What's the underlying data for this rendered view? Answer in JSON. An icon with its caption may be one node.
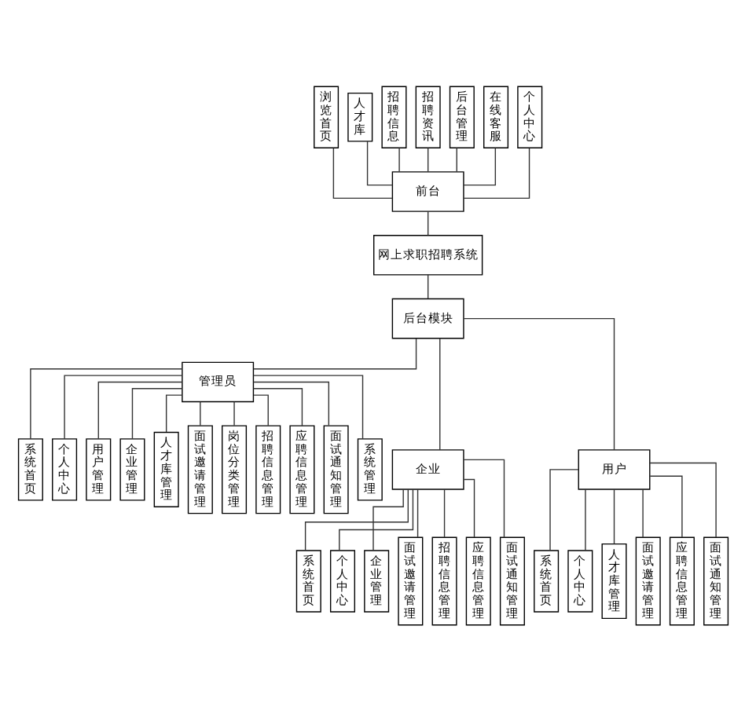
{
  "diagram": {
    "nodes": [
      {
        "text": [
          "浏览首页"
        ]
      },
      {
        "text": [
          "人才库"
        ]
      },
      {
        "text": [
          "招聘信息"
        ]
      },
      {
        "text": [
          "招聘资讯"
        ]
      },
      {
        "text": [
          "后台管理"
        ]
      },
      {
        "text": [
          "在线客服"
        ]
      },
      {
        "text": [
          "个人中心"
        ]
      },
      {
        "text": [
          "前台"
        ]
      },
      {
        "text": [
          "网上求职招聘系统"
        ]
      },
      {
        "text": [
          "后台模块"
        ]
      },
      {
        "text": [
          "管理员"
        ]
      },
      {
        "text": [
          "系统首页"
        ]
      },
      {
        "text": [
          "个人中心"
        ]
      },
      {
        "text": [
          "用户管理"
        ]
      },
      {
        "text": [
          "企业管理"
        ]
      },
      {
        "text": [
          "人才库管理"
        ]
      },
      {
        "text": [
          "面试邀请管理"
        ]
      },
      {
        "text": [
          "岗位分类管理"
        ]
      },
      {
        "text": [
          "招聘信息管理"
        ]
      },
      {
        "text": [
          "应聘信息管理"
        ]
      },
      {
        "text": [
          "面试通知管理"
        ]
      },
      {
        "text": [
          "系统管理"
        ]
      },
      {
        "text": [
          "企业"
        ]
      },
      {
        "text": [
          "系统首页"
        ]
      },
      {
        "text": [
          "个人中心"
        ]
      },
      {
        "text": [
          "企业管理"
        ]
      },
      {
        "text": [
          "面试邀请管理"
        ]
      },
      {
        "text": [
          "招聘信息管理"
        ]
      },
      {
        "text": [
          "应聘信息管理"
        ]
      },
      {
        "text": [
          "面试通知管理"
        ]
      },
      {
        "text": [
          "用户"
        ]
      },
      {
        "text": [
          "系统首页"
        ]
      },
      {
        "text": [
          "个人中心"
        ]
      },
      {
        "text": [
          "人才库管理"
        ]
      },
      {
        "text": [
          "面试邀请管理"
        ]
      },
      {
        "text": [
          "应聘信息管理"
        ]
      },
      {
        "text": [
          "面试通知管理"
        ]
      }
    ],
    "edges": [
      {
        "from": 0,
        "to": 7,
        "arrow": "none"
      },
      {
        "from": 1,
        "to": 7,
        "arrow": "none"
      },
      {
        "from": 2,
        "to": 7,
        "arrow": "none"
      },
      {
        "from": 3,
        "to": 7,
        "arrow": "none"
      },
      {
        "from": 4,
        "to": 7,
        "arrow": "none"
      },
      {
        "from": 5,
        "to": 7,
        "arrow": "none"
      },
      {
        "from": 6,
        "to": 7,
        "arrow": "none"
      },
      {
        "from": 7,
        "to": 8,
        "arrow": "none"
      },
      {
        "from": 8,
        "to": 9,
        "arrow": "none"
      },
      {
        "from": 9,
        "to": 22,
        "arrow": "none"
      },
      {
        "from": 9,
        "to": 10,
        "arrow": "none"
      },
      {
        "from": 9,
        "to": 30,
        "arrow": "none"
      },
      {
        "from": 10,
        "to": 11,
        "arrow": "none"
      },
      {
        "from": 10,
        "to": 12,
        "arrow": "none"
      },
      {
        "from": 10,
        "to": 13,
        "arrow": "none"
      },
      {
        "from": 10,
        "to": 14,
        "arrow": "none"
      },
      {
        "from": 10,
        "to": 15,
        "arrow": "none"
      },
      {
        "from": 10,
        "to": 16,
        "arrow": "none"
      },
      {
        "from": 10,
        "to": 17,
        "arrow": "none"
      },
      {
        "from": 10,
        "to": 18,
        "arrow": "none"
      },
      {
        "from": 10,
        "to": 19,
        "arrow": "none"
      },
      {
        "from": 10,
        "to": 20,
        "arrow": "none"
      },
      {
        "from": 10,
        "to": 21,
        "arrow": "none"
      },
      {
        "from": 22,
        "to": 23,
        "arrow": "none"
      },
      {
        "from": 22,
        "to": 24,
        "arrow": "none"
      },
      {
        "from": 22,
        "to": 25,
        "arrow": "none"
      },
      {
        "from": 22,
        "to": 26,
        "arrow": "none"
      },
      {
        "from": 22,
        "to": 27,
        "arrow": "none"
      },
      {
        "from": 22,
        "to": 28,
        "arrow": "none"
      },
      {
        "from": 22,
        "to": 29,
        "arrow": "none"
      },
      {
        "from": 30,
        "to": 31,
        "arrow": "none"
      },
      {
        "from": 30,
        "to": 32,
        "arrow": "none"
      },
      {
        "from": 30,
        "to": 33,
        "arrow": "none"
      },
      {
        "from": 30,
        "to": 34,
        "arrow": "none"
      },
      {
        "from": 30,
        "to": 35,
        "arrow": "none"
      },
      {
        "from": 30,
        "to": 36,
        "arrow": "none"
      }
    ]
  }
}
